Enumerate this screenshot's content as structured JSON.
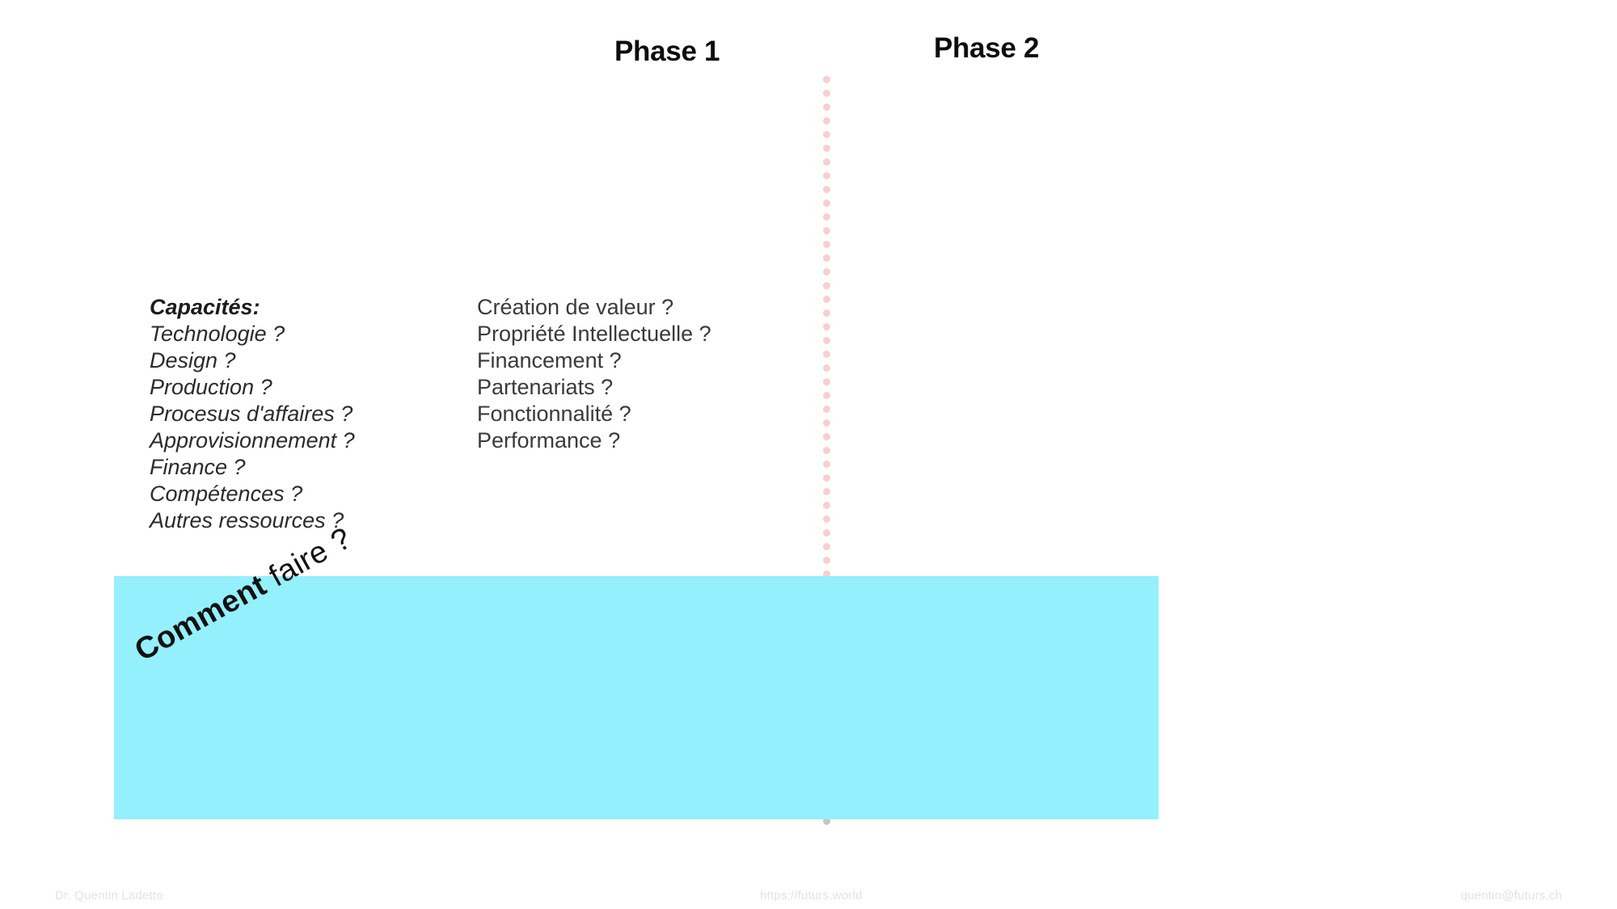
{
  "phases": {
    "phase_1_label": "Phase 1",
    "phase_2_label": "Phase 2"
  },
  "divider": {
    "style": "dotted-vertical",
    "dot_color": "#f8cfcf",
    "dot_color_over_band": "#c2c8ca",
    "dot_count": 55
  },
  "capacities_column": {
    "heading": "Capacités:",
    "items": [
      "Technologie ?",
      "Design ?",
      "Production ?",
      "Procesus d'affaires ?",
      "Approvisionnement ?",
      "Finance ?",
      "Compétences ?",
      "Autres ressources ?"
    ]
  },
  "questions_column": {
    "items": [
      "Création de valeur ?",
      "Propriété Intellectuelle ?",
      "Financement ?",
      "Partenariats ?",
      "Fonctionnalité ?",
      "Performance ?"
    ]
  },
  "band": {
    "color": "#94f0fc",
    "rotated_label_strong": "Comment",
    "rotated_label_light": " faire ?"
  },
  "footer": {
    "author": "Dr. Quentin Ladetto",
    "site": "https://futurs.world",
    "email": "quentin@futurs.ch"
  }
}
